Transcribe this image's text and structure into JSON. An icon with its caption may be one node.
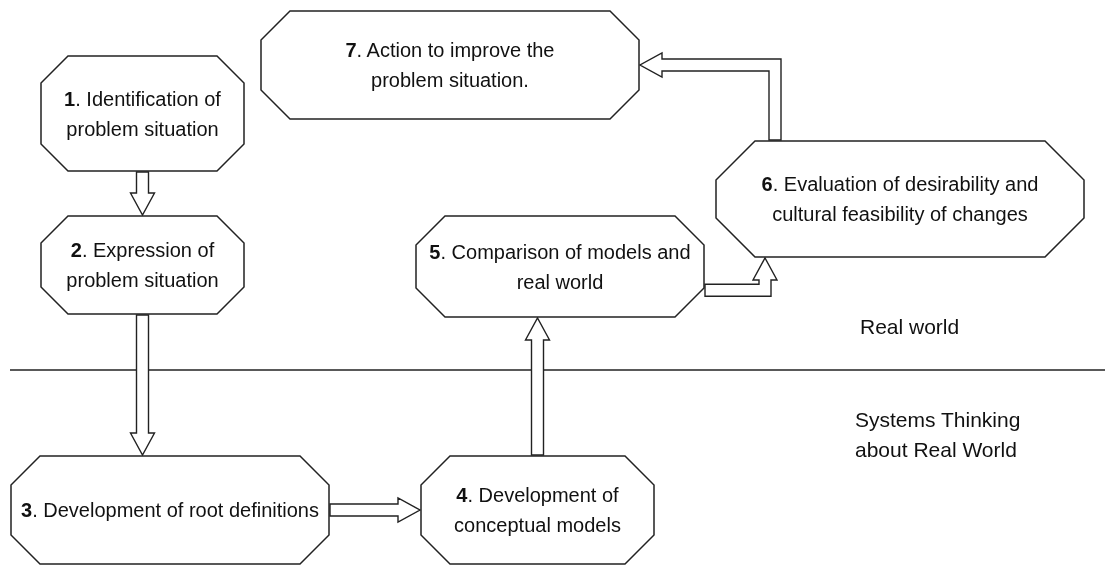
{
  "diagram": {
    "nodes": [
      {
        "text": [
          "**1**. Identification of problem situation"
        ]
      },
      {
        "text": [
          "**2**. Expression of problem situation"
        ]
      },
      {
        "text": [
          "**3**. Development of root definitions"
        ]
      },
      {
        "text": [
          "**4**. Development of conceptual models"
        ]
      },
      {
        "text": [
          "**5**. Comparison of models and real world"
        ]
      },
      {
        "text": [
          "**6**. Evaluation of desirability and cultural feasibility of changes"
        ]
      },
      {
        "text": [
          "**7**. Action to improve the problem situation."
        ]
      }
    ],
    "edges": [
      {
        "from": 0,
        "to": 1,
        "arrow": "to"
      },
      {
        "from": 1,
        "to": 2,
        "arrow": "to"
      },
      {
        "from": 2,
        "to": 3,
        "arrow": "to"
      },
      {
        "from": 3,
        "to": 4,
        "arrow": "to"
      },
      {
        "from": 4,
        "to": 5,
        "arrow": "to"
      },
      {
        "from": 5,
        "to": 6,
        "arrow": "to"
      }
    ],
    "labels": [
      "Real world",
      "Systems Thinking about Real World"
    ]
  }
}
